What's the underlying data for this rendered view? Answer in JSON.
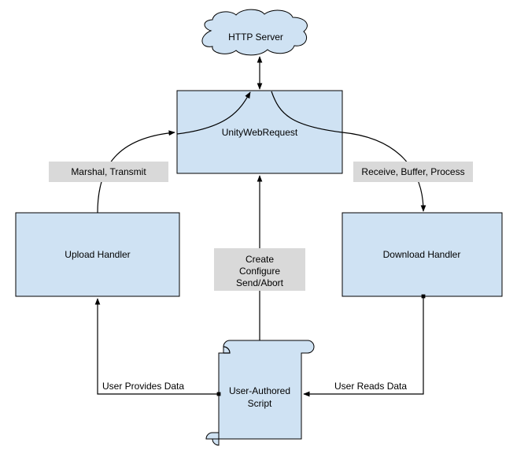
{
  "nodes": {
    "server": "HTTP Server",
    "unity": "UnityWebRequest",
    "upload": "Upload Handler",
    "download": "Download Handler",
    "script_line1": "User-Authored",
    "script_line2": "Script"
  },
  "edge_labels": {
    "marshal": "Marshal, Transmit",
    "receive": "Receive, Buffer, Process",
    "create_line1": "Create",
    "create_line2": "Configure",
    "create_line3": "Send/Abort",
    "provides": "User Provides Data",
    "reads": "User Reads Data"
  },
  "colors": {
    "box_fill": "#cfe2f3",
    "label_fill": "#d9d9d9",
    "stroke": "#000000"
  }
}
